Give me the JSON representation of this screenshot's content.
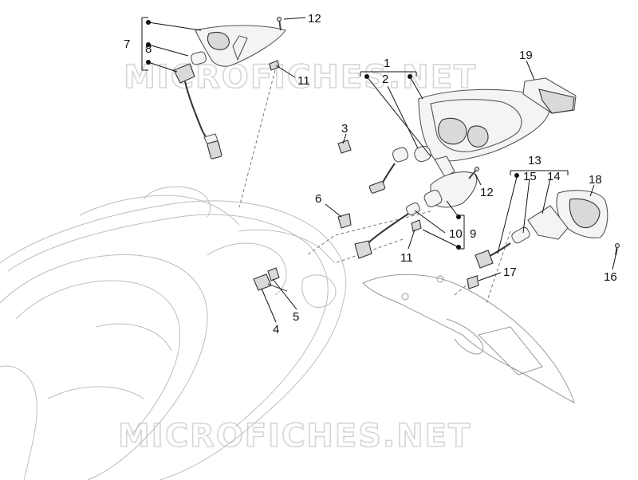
{
  "watermark": "MICROFICHES.NET",
  "callouts": [
    {
      "id": "1",
      "label": "1"
    },
    {
      "id": "2",
      "label": "2"
    },
    {
      "id": "3",
      "label": "3"
    },
    {
      "id": "4",
      "label": "4"
    },
    {
      "id": "5",
      "label": "5"
    },
    {
      "id": "6",
      "label": "6"
    },
    {
      "id": "7",
      "label": "7"
    },
    {
      "id": "8",
      "label": "8"
    },
    {
      "id": "9",
      "label": "9"
    },
    {
      "id": "10",
      "label": "10"
    },
    {
      "id": "11a",
      "label": "11"
    },
    {
      "id": "11b",
      "label": "11"
    },
    {
      "id": "12a",
      "label": "12"
    },
    {
      "id": "12b",
      "label": "12"
    },
    {
      "id": "13",
      "label": "13"
    },
    {
      "id": "14",
      "label": "14"
    },
    {
      "id": "15",
      "label": "15"
    },
    {
      "id": "16",
      "label": "16"
    },
    {
      "id": "17",
      "label": "17"
    },
    {
      "id": "18",
      "label": "18"
    },
    {
      "id": "19",
      "label": "19"
    }
  ]
}
